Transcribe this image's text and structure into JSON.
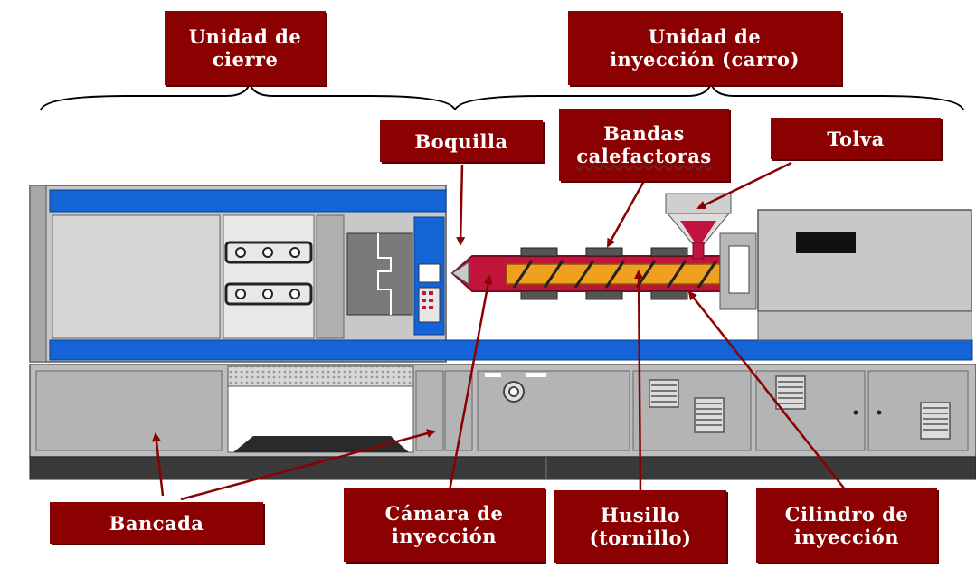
{
  "labels": {
    "unidad_cierre": {
      "line1": "Unidad de",
      "line2": "cierre"
    },
    "unidad_inyeccion": {
      "line1": "Unidad de",
      "line2": "inyección (carro)"
    },
    "boquilla": "Boquilla",
    "bandas": {
      "line1": "Bandas",
      "line2": "calefactoras"
    },
    "tolva": "Tolva",
    "bancada": "Bancada",
    "camara": {
      "line1": "Cámara de",
      "line2": "inyección"
    },
    "husillo": {
      "line1": "Husillo",
      "line2": "(tornillo)"
    },
    "cilindro": {
      "line1": "Cilindro de",
      "line2": "inyección"
    }
  },
  "colors": {
    "label_bg": "#8b0000",
    "label_text": "#ffffff",
    "machine_blue": "#1464d8",
    "machine_gray": "#c8c8c8",
    "barrel_red": "#c0143c",
    "screw_orange": "#f0a020",
    "arrow": "#8b0000"
  }
}
